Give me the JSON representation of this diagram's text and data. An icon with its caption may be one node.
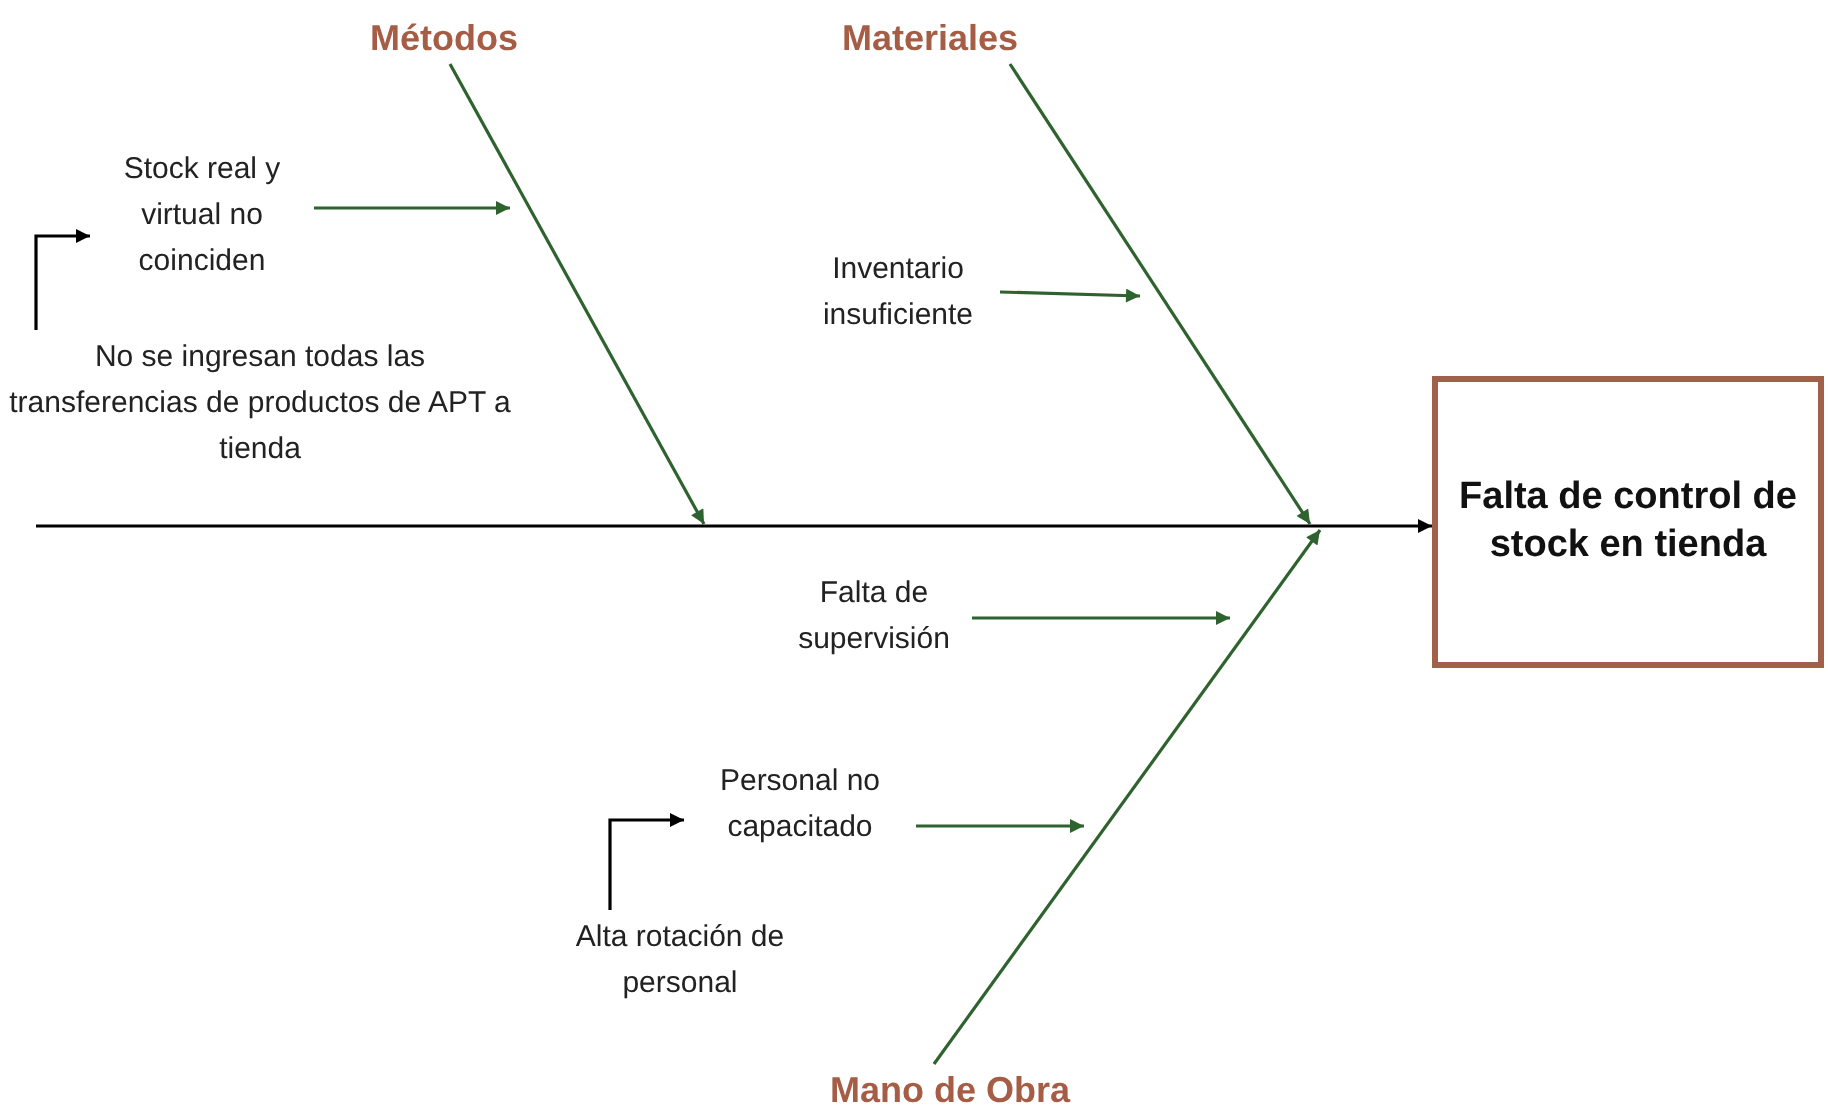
{
  "diagram": {
    "nodes": [
      {
        "text": [
          "Métodos"
        ]
      },
      {
        "text": [
          "Materiales"
        ]
      },
      {
        "text": [
          "Mano de Obra"
        ]
      },
      {
        "text": [
          "Falta de control de stock en tienda"
        ]
      },
      {
        "text": [
          "Stock real y virtual no coinciden"
        ]
      },
      {
        "text": [
          "No se ingresan todas las transferencias de productos de APT a tienda"
        ]
      },
      {
        "text": [
          "Inventario insuficiente"
        ]
      },
      {
        "text": [
          "Falta de supervisión"
        ]
      },
      {
        "text": [
          "Personal no capacitado"
        ]
      },
      {
        "text": [
          "Alta rotación de personal"
        ]
      }
    ],
    "edges": [
      {
        "from": 0,
        "to": null,
        "arrow": "to"
      },
      {
        "from": 1,
        "to": null,
        "arrow": "to"
      },
      {
        "from": 2,
        "to": null,
        "arrow": "to"
      },
      {
        "from": null,
        "to": 3,
        "arrow": "to",
        "color": "#000000"
      },
      {
        "from": 4,
        "to": null,
        "arrow": "to"
      },
      {
        "from": 6,
        "to": null,
        "arrow": "to"
      },
      {
        "from": 7,
        "to": null,
        "arrow": "to"
      },
      {
        "from": 8,
        "to": null,
        "arrow": "to"
      },
      {
        "from": 5,
        "to": 4,
        "arrow": "to",
        "color": "#000000"
      },
      {
        "from": 9,
        "to": 8,
        "arrow": "to",
        "color": "#000000"
      }
    ]
  }
}
